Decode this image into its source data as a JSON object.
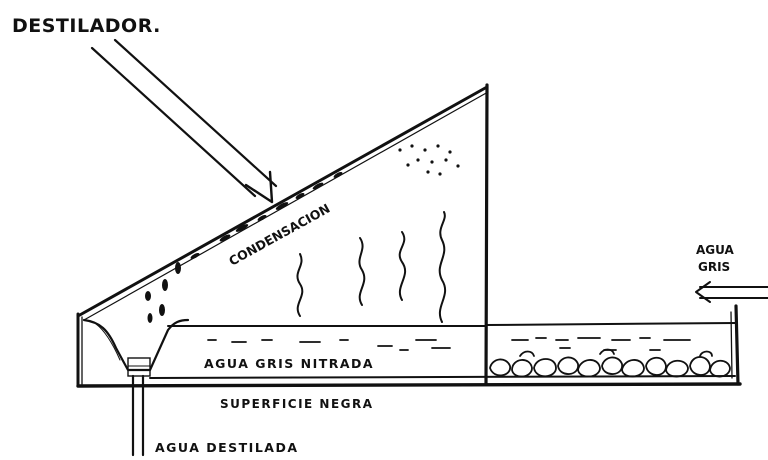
{
  "labels": {
    "title": "DESTILADOR.",
    "condensation": "CONDENSACION",
    "grey_water_in_line1": "AGUA",
    "grey_water_in_line2": "GRIS",
    "filtered_grey_water": "AGUA GRIS NITRADA",
    "black_surface": "SUPERFICIE NEGRA",
    "distilled_water": "AGUA DESTILADA"
  },
  "colors": {
    "ink": "#111111",
    "paper": "#ffffff"
  }
}
